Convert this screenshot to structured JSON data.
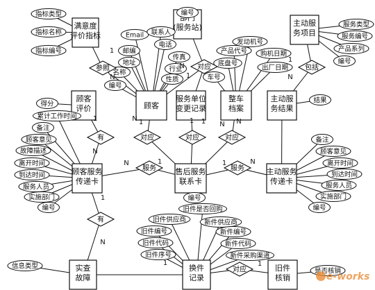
{
  "entities": [
    {
      "id": "satisfaction",
      "label": [
        "满意度",
        "评价指标"
      ]
    },
    {
      "id": "department",
      "label": [
        "部门",
        "(服务站)"
      ]
    },
    {
      "id": "active_service",
      "label": [
        "主动服",
        "务项目"
      ]
    },
    {
      "id": "customer_eval",
      "label": [
        "顾客",
        "评价"
      ]
    },
    {
      "id": "customer",
      "label": [
        "顾客"
      ]
    },
    {
      "id": "unit_change",
      "label": [
        "服务单位",
        "变更记录"
      ]
    },
    {
      "id": "vehicle",
      "label": [
        "整车",
        "档案"
      ]
    },
    {
      "id": "active_result",
      "label": [
        "主动服",
        "务结果"
      ]
    },
    {
      "id": "customer_card",
      "label": [
        "顾客服务",
        "传递卡"
      ]
    },
    {
      "id": "aftersales_card",
      "label": [
        "售后服务",
        "联系卡"
      ]
    },
    {
      "id": "active_card",
      "label": [
        "主动服务",
        "传递卡"
      ]
    },
    {
      "id": "fault",
      "label": [
        "实查",
        "故障"
      ]
    },
    {
      "id": "replace",
      "label": [
        "换件",
        "记录"
      ]
    },
    {
      "id": "old_part",
      "label": [
        "旧件",
        "核销"
      ]
    }
  ],
  "attributes": [
    {
      "id": "a_zbl",
      "text": "指标类型"
    },
    {
      "id": "a_zbm",
      "text": "指标名称"
    },
    {
      "id": "a_zbb",
      "text": "指标编号"
    },
    {
      "id": "a_bh_top",
      "text": "编号"
    },
    {
      "id": "a_email",
      "text": "Email"
    },
    {
      "id": "a_lxr",
      "text": "联系人"
    },
    {
      "id": "a_dh",
      "text": "电话"
    },
    {
      "id": "a_yb",
      "text": "邮编"
    },
    {
      "id": "a_dz",
      "text": "地址"
    },
    {
      "id": "a_cz",
      "text": "传真"
    },
    {
      "id": "a_mc",
      "text": "名称"
    },
    {
      "id": "a_hy",
      "text": "行业"
    },
    {
      "id": "a_bh_cust",
      "text": "编号"
    },
    {
      "id": "a_xz",
      "text": "性质"
    },
    {
      "id": "a_cpdh",
      "text": "产品代号"
    },
    {
      "id": "a_fdj",
      "text": "发动机号"
    },
    {
      "id": "a_gcrq",
      "text": "购机日期"
    },
    {
      "id": "a_dph",
      "text": "底盘号"
    },
    {
      "id": "a_ch",
      "text": "车号"
    },
    {
      "id": "a_ccrq",
      "text": "出厂日期"
    },
    {
      "id": "a_fwlx",
      "text": "服务类型"
    },
    {
      "id": "a_fwbh",
      "text": "服务编号"
    },
    {
      "id": "a_cpxl",
      "text": "产品系列"
    },
    {
      "id": "a_bh_as",
      "text": "编号"
    },
    {
      "id": "a_df",
      "text": "得分"
    },
    {
      "id": "a_jg",
      "text": "结果"
    },
    {
      "id": "a_ljgz",
      "text": "累计工作时间"
    },
    {
      "id": "a_bz_l",
      "text": "备注"
    },
    {
      "id": "a_gkyj_l",
      "text": "顾客意见"
    },
    {
      "id": "a_gzms",
      "text": "故障描述"
    },
    {
      "id": "a_lksj_l",
      "text": "离开时间"
    },
    {
      "id": "a_ddsj_l",
      "text": "到达时间"
    },
    {
      "id": "a_fwry_l",
      "text": "服务人员"
    },
    {
      "id": "a_ssbm_l",
      "text": "实施部门"
    },
    {
      "id": "a_bh_l",
      "text": "编号"
    },
    {
      "id": "a_bz_r",
      "text": "备注"
    },
    {
      "id": "a_gkyj_r",
      "text": "顾客意见"
    },
    {
      "id": "a_lksj_r",
      "text": "离开时间"
    },
    {
      "id": "a_ddsj_r",
      "text": "到达时间"
    },
    {
      "id": "a_fwry_r",
      "text": "服务人员"
    },
    {
      "id": "a_ssbm_r",
      "text": "实施部门"
    },
    {
      "id": "a_bh_r",
      "text": "编号"
    },
    {
      "id": "a_bh_mid",
      "text": "编号"
    },
    {
      "id": "a_jjsfhg",
      "text": "旧件是否回购"
    },
    {
      "id": "a_jjgys",
      "text": "旧件供应商"
    },
    {
      "id": "a_xjgys",
      "text": "新件供应商"
    },
    {
      "id": "a_jjbh",
      "text": "旧件编号"
    },
    {
      "id": "a_xjbh",
      "text": "新件编号"
    },
    {
      "id": "a_jjdm",
      "text": "旧件代码"
    },
    {
      "id": "a_xjdm",
      "text": "新件代码"
    },
    {
      "id": "a_jjxh",
      "text": "旧件序号"
    },
    {
      "id": "a_xjcg",
      "text": "新件采购渠道"
    },
    {
      "id": "a_xxlx",
      "text": "信息类型"
    },
    {
      "id": "a_sfhx",
      "text": "是否核销"
    }
  ],
  "relationships": [
    {
      "id": "r_canzhao",
      "text": "参照"
    },
    {
      "id": "r_dui_dept",
      "text": "对应"
    },
    {
      "id": "r_baokuo",
      "text": "包括"
    },
    {
      "id": "r_dui_cust",
      "text": "对应"
    },
    {
      "id": "r_dui_unit",
      "text": "对应"
    },
    {
      "id": "r_dui_veh",
      "text": "对应"
    },
    {
      "id": "r_you_up",
      "text": "有"
    },
    {
      "id": "r_fuwu_l",
      "text": "服务"
    },
    {
      "id": "r_fuwu_r",
      "text": "服务"
    },
    {
      "id": "r_you_down",
      "text": "有"
    },
    {
      "id": "r_dui_old",
      "text": "对应"
    }
  ],
  "cardinalities": [
    {
      "id": "c1",
      "text": "1"
    },
    {
      "id": "c2",
      "text": "N"
    },
    {
      "id": "c3",
      "text": "1"
    },
    {
      "id": "c4",
      "text": "N"
    },
    {
      "id": "c5",
      "text": "1"
    },
    {
      "id": "c6",
      "text": "N"
    },
    {
      "id": "c7",
      "text": "N"
    },
    {
      "id": "c8",
      "text": "1"
    },
    {
      "id": "c9",
      "text": "N"
    },
    {
      "id": "c10",
      "text": "1"
    },
    {
      "id": "c11",
      "text": "N"
    },
    {
      "id": "c12",
      "text": "1"
    },
    {
      "id": "c13",
      "text": "1"
    },
    {
      "id": "c14",
      "text": "N"
    },
    {
      "id": "c15",
      "text": "N"
    },
    {
      "id": "c16",
      "text": "1"
    },
    {
      "id": "c17",
      "text": "1"
    },
    {
      "id": "c18",
      "text": "N"
    },
    {
      "id": "c19",
      "text": "1"
    },
    {
      "id": "c20",
      "text": "N"
    },
    {
      "id": "c21",
      "text": "1"
    },
    {
      "id": "c22",
      "text": "1"
    }
  ],
  "watermark": "e-works"
}
